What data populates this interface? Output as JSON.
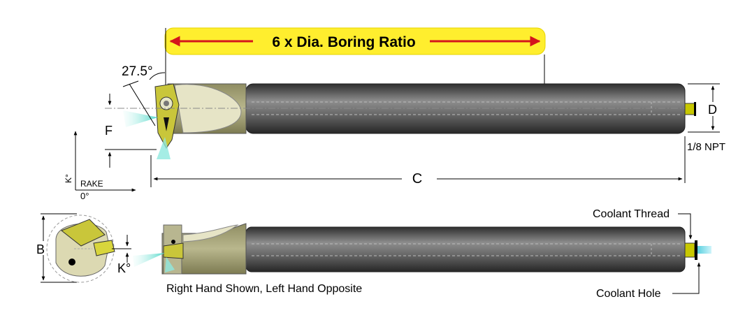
{
  "banner": {
    "text": "6 x Dia. Boring Ratio",
    "color": "#ffee2e",
    "arrow_color": "#d4141c"
  },
  "labels": {
    "angle": "27.5°",
    "f": "F",
    "k_deg_axis": "K°",
    "rake": "RAKE",
    "zero": "0°",
    "c": "C",
    "d": "D",
    "npt": "1/8 NPT",
    "b": "B",
    "k_deg": "K°",
    "coolant_thread": "Coolant Thread",
    "coolant_hole": "Coolant Hole",
    "caption": "Right Hand Shown, Left Hand Opposite"
  },
  "colors": {
    "bar_dark": "#444444",
    "bar_light": "#9a9a9a",
    "head_olive": "#a9a77d",
    "head_light": "#e6e4c6",
    "insert_gold": "#c9c63a",
    "coolant_spray": "#7fe6da",
    "coolant_fitting": "#c8c800",
    "dim_line": "#000000"
  }
}
